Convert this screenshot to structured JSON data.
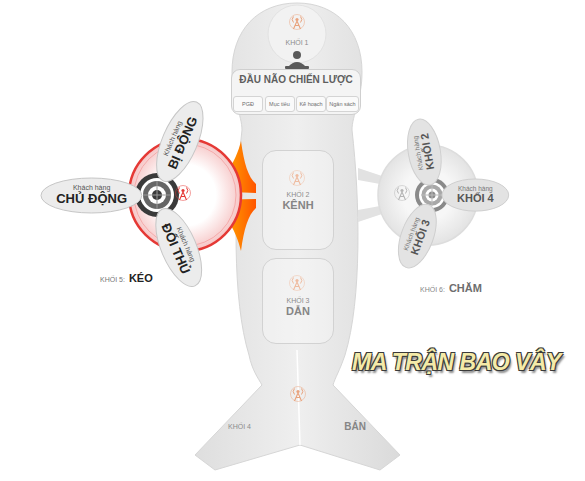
{
  "diagram": {
    "nodes": [
      {
        "text": [
          "KHỐI 1"
        ]
      },
      {
        "text": [
          "ĐẦU NÃO CHIẾN LƯỢC"
        ],
        "in": 0
      },
      {
        "text": [
          "PGĐ"
        ],
        "in": 1
      },
      {
        "text": [
          "Mục tiêu"
        ],
        "in": 1
      },
      {
        "text": [
          "Kế hoạch"
        ],
        "in": 1
      },
      {
        "text": [
          "Ngân sách"
        ],
        "in": 1
      },
      {
        "text": [
          "KHỐI 2",
          "KÊNH"
        ]
      },
      {
        "text": [
          "KHỐI 3",
          "DẪN"
        ]
      },
      {
        "text": [
          "KHỐI 4",
          "BÁN"
        ]
      },
      {
        "text": [
          "Khách hàng",
          "CHỦ ĐỘNG"
        ]
      },
      {
        "text": [
          "Khách hàng",
          "BỊ ĐỘNG"
        ]
      },
      {
        "text": [
          "Khách hàng",
          "ĐỐI THỦ"
        ]
      },
      {
        "text": [
          "Khách hàng",
          "KHỐI 2"
        ]
      },
      {
        "text": [
          "Khách hàng",
          "KHỐI 4"
        ]
      },
      {
        "text": [
          "Khách hàng",
          "KHỐI 3"
        ]
      }
    ],
    "labels": [
      "KHỐI 5:",
      "KÉO",
      "KHỐI 6:",
      "CHĂM",
      "MA TRẬN BAO VÂY"
    ]
  }
}
